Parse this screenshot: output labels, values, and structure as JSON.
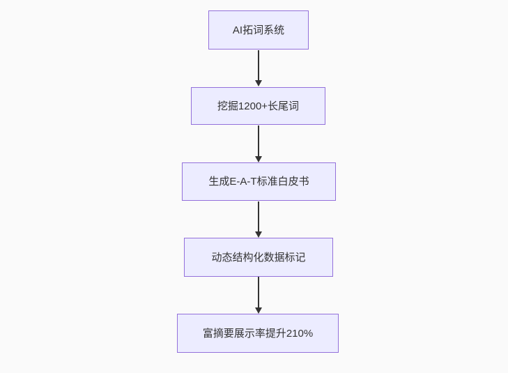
{
  "diagram": {
    "type": "flowchart",
    "direction": "top-down",
    "nodes": [
      {
        "id": "n0",
        "label": "AI拓词系统"
      },
      {
        "id": "n1",
        "label": "挖掘1200+长尾词"
      },
      {
        "id": "n2",
        "label": "生成E-A-T标准白皮书"
      },
      {
        "id": "n3",
        "label": "动态结构化数据标记"
      },
      {
        "id": "n4",
        "label": "富摘要展示率提升210%"
      }
    ],
    "edges": [
      {
        "from": "n0",
        "to": "n1",
        "style": "arrow-down"
      },
      {
        "from": "n1",
        "to": "n2",
        "style": "arrow-down"
      },
      {
        "from": "n2",
        "to": "n3",
        "style": "arrow-down"
      },
      {
        "from": "n3",
        "to": "n4",
        "style": "arrow-down"
      }
    ],
    "colors": {
      "background": "#FAFAFA",
      "node_fill": "#ECECFF",
      "node_border": "#9370DB",
      "text": "#333333",
      "arrow": "#333333"
    }
  }
}
